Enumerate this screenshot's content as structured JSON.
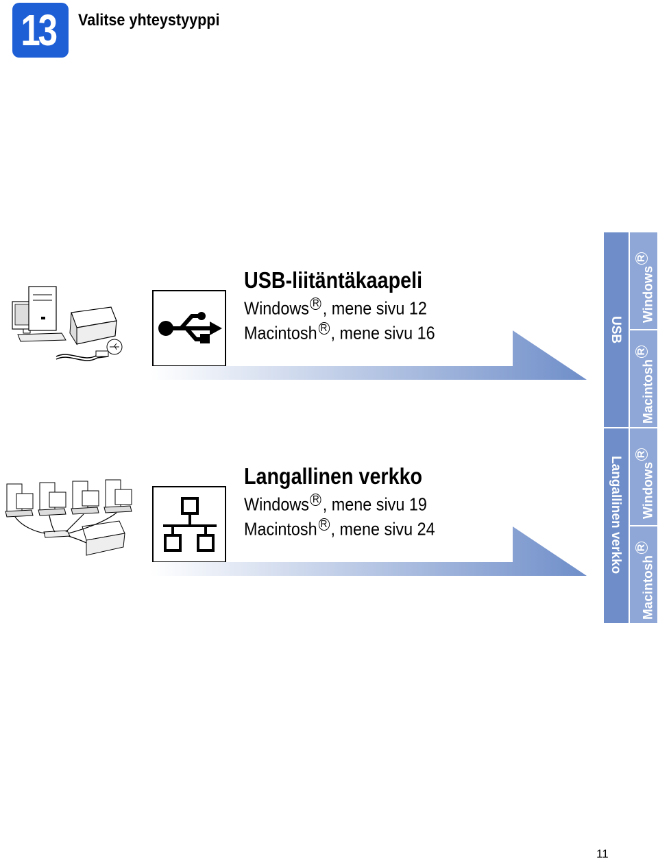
{
  "step": {
    "number": "13",
    "title": "Valitse yhteystyyppi"
  },
  "options": [
    {
      "title": "USB-liitäntäkaapeli",
      "windows_label": "Windows",
      "windows_suffix": ", mene sivu 12",
      "mac_label": "Macintosh",
      "mac_suffix": ", mene sivu 16",
      "icon": "usb-icon"
    },
    {
      "title": "Langallinen verkko",
      "windows_label": "Windows",
      "windows_suffix": ", mene sivu 19",
      "mac_label": "Macintosh",
      "mac_suffix": ", mene sivu 24",
      "icon": "network-icon"
    }
  ],
  "registered_mark": "R",
  "side_tabs": {
    "usb": {
      "label": "USB",
      "windows": "Windows",
      "mac": "Macintosh"
    },
    "network": {
      "label": "Langallinen verkko",
      "windows": "Windows",
      "mac": "Macintosh"
    }
  },
  "page_number": "11",
  "colors": {
    "badge": "#1f5fd6",
    "tab_dark": "#6f8ec9",
    "tab_light": "#8fa7d6",
    "arrow": "#7891cc"
  }
}
